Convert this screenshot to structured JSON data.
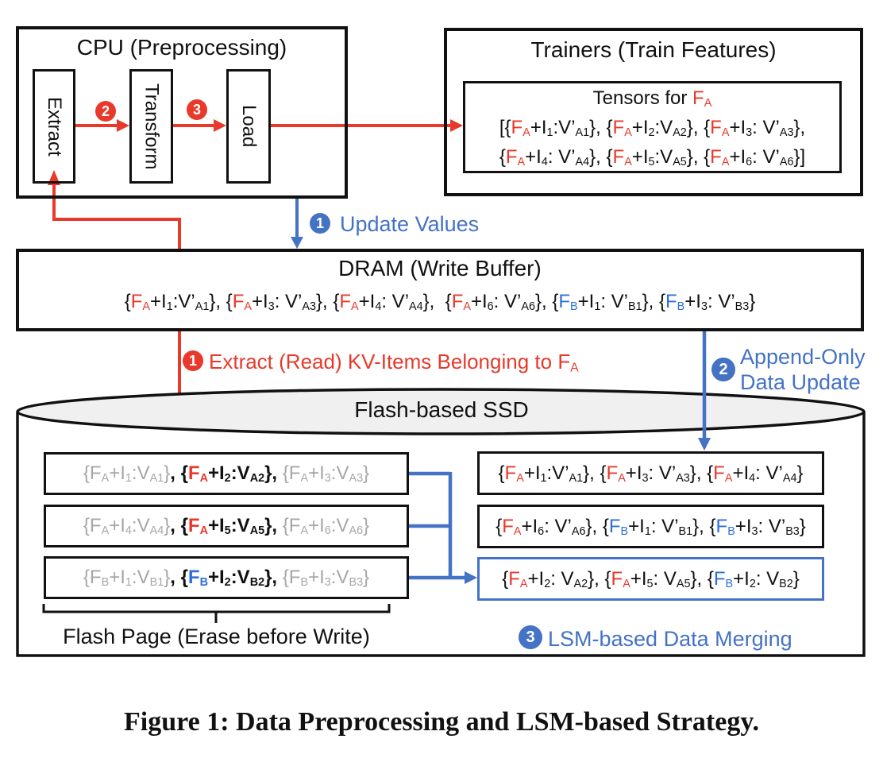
{
  "colors": {
    "red": "#e8392b",
    "accent_blue": "#4472c4",
    "item_blue": "#2e6fd8",
    "gray": "#a7a7a7",
    "cylinder_fill": "#f0f0f0"
  },
  "cpu": {
    "title": "CPU (Preprocessing)",
    "stages": [
      "Extract",
      "Transform",
      "Load"
    ],
    "steps": [
      "2",
      "3"
    ]
  },
  "trainers": {
    "title": "Trainers (Train Features)",
    "tensors": {
      "title_tokens": [
        {
          "x": "Tensors for "
        },
        {
          "x": "F",
          "s": "A",
          "c": "red"
        }
      ],
      "line1": [
        {
          "x": "[{"
        },
        {
          "x": "F",
          "s": "A",
          "c": "red"
        },
        {
          "x": "+I",
          "s": "1"
        },
        {
          "x": ":V’",
          "s": "A1"
        },
        {
          "x": "}, {"
        },
        {
          "x": "F",
          "s": "A",
          "c": "red"
        },
        {
          "x": "+I",
          "s": "2"
        },
        {
          "x": ":V",
          "s": "A2"
        },
        {
          "x": "}, {"
        },
        {
          "x": "F",
          "s": "A",
          "c": "red"
        },
        {
          "x": "+I",
          "s": "3"
        },
        {
          "x": ": V’",
          "s": "A3"
        },
        {
          "x": "},"
        }
      ],
      "line2": [
        {
          "x": "{"
        },
        {
          "x": "F",
          "s": "A",
          "c": "red"
        },
        {
          "x": "+I",
          "s": "4"
        },
        {
          "x": ": V’",
          "s": "A4"
        },
        {
          "x": "}, {"
        },
        {
          "x": "F",
          "s": "A",
          "c": "red"
        },
        {
          "x": "+I",
          "s": "5"
        },
        {
          "x": ":V",
          "s": "A5"
        },
        {
          "x": "}, {"
        },
        {
          "x": "F",
          "s": "A",
          "c": "red"
        },
        {
          "x": "+I",
          "s": "6"
        },
        {
          "x": ": V’",
          "s": "A6"
        },
        {
          "x": "}]"
        }
      ]
    }
  },
  "dram": {
    "title": "DRAM (Write Buffer)",
    "items": [
      {
        "x": "{"
      },
      {
        "x": "F",
        "s": "A",
        "c": "red"
      },
      {
        "x": "+I",
        "s": "1"
      },
      {
        "x": ":V’",
        "s": "A1"
      },
      {
        "x": "}, {"
      },
      {
        "x": "F",
        "s": "A",
        "c": "red"
      },
      {
        "x": "+I",
        "s": "3"
      },
      {
        "x": ": V’",
        "s": "A3"
      },
      {
        "x": "}, {"
      },
      {
        "x": "F",
        "s": "A",
        "c": "red"
      },
      {
        "x": "+I",
        "s": "4"
      },
      {
        "x": ": V’",
        "s": "A4"
      },
      {
        "x": "},  {"
      },
      {
        "x": "F",
        "s": "A",
        "c": "red"
      },
      {
        "x": "+I",
        "s": "6"
      },
      {
        "x": ": V’",
        "s": "A6"
      },
      {
        "x": "}, {"
      },
      {
        "x": "F",
        "s": "B",
        "c": "fblue"
      },
      {
        "x": "+I",
        "s": "1"
      },
      {
        "x": ": V’",
        "s": "B1"
      },
      {
        "x": "}, {"
      },
      {
        "x": "F",
        "s": "B",
        "c": "fblue"
      },
      {
        "x": "+I",
        "s": "3"
      },
      {
        "x": ": V’",
        "s": "B3"
      },
      {
        "x": "}"
      }
    ]
  },
  "labels": {
    "update": {
      "step": "1",
      "text": "Update Values"
    },
    "extract": {
      "step": "1",
      "tokens": [
        {
          "x": "Extract (Read) KV-Items Belonging to ",
          "c": "red"
        },
        {
          "x": "F",
          "s": "A",
          "c": "red"
        }
      ]
    },
    "append": {
      "step": "2",
      "line1": "Append-Only",
      "line2": "Data Update"
    },
    "lsm": {
      "step": "3",
      "text": "LSM-based Data Merging"
    }
  },
  "ssd": {
    "label": "Flash-based SSD",
    "flash_page_caption": "Flash Page (Erase before Write)",
    "flash_pages": [
      [
        {
          "x": "{",
          "c": "gray"
        },
        {
          "x": "F",
          "s": "A",
          "c": "gray"
        },
        {
          "x": "+I",
          "s": "1",
          "c": "gray"
        },
        {
          "x": ":V",
          "s": "A1",
          "c": "gray"
        },
        {
          "x": "}",
          "c": "gray"
        },
        {
          "x": ", ",
          "b": 1
        },
        {
          "x": "{",
          "b": 1
        },
        {
          "x": "F",
          "s": "A",
          "c": "red",
          "b": 1
        },
        {
          "x": "+I",
          "s": "2",
          "b": 1
        },
        {
          "x": ":V",
          "s": "A2",
          "b": 1
        },
        {
          "x": "},",
          "b": 1
        },
        {
          "x": " "
        },
        {
          "x": "{",
          "c": "gray"
        },
        {
          "x": "F",
          "s": "A",
          "c": "gray"
        },
        {
          "x": "+I",
          "s": "3",
          "c": "gray"
        },
        {
          "x": ":V",
          "s": "A3",
          "c": "gray"
        },
        {
          "x": "}",
          "c": "gray"
        }
      ],
      [
        {
          "x": "{",
          "c": "gray"
        },
        {
          "x": "F",
          "s": "A",
          "c": "gray"
        },
        {
          "x": "+I",
          "s": "4",
          "c": "gray"
        },
        {
          "x": ":V",
          "s": "A4",
          "c": "gray"
        },
        {
          "x": "}",
          "c": "gray"
        },
        {
          "x": ", ",
          "b": 1
        },
        {
          "x": "{",
          "b": 1
        },
        {
          "x": "F",
          "s": "A",
          "c": "red",
          "b": 1
        },
        {
          "x": "+I",
          "s": "5",
          "b": 1
        },
        {
          "x": ":V",
          "s": "A5",
          "b": 1
        },
        {
          "x": "},",
          "b": 1
        },
        {
          "x": " "
        },
        {
          "x": "{",
          "c": "gray"
        },
        {
          "x": "F",
          "s": "A",
          "c": "gray"
        },
        {
          "x": "+I",
          "s": "6",
          "c": "gray"
        },
        {
          "x": ":V",
          "s": "A6",
          "c": "gray"
        },
        {
          "x": "}",
          "c": "gray"
        }
      ],
      [
        {
          "x": "{",
          "c": "gray"
        },
        {
          "x": "F",
          "s": "B",
          "c": "gray"
        },
        {
          "x": "+I",
          "s": "1",
          "c": "gray"
        },
        {
          "x": ":V",
          "s": "B1",
          "c": "gray"
        },
        {
          "x": "}",
          "c": "gray"
        },
        {
          "x": ", ",
          "b": 1
        },
        {
          "x": "{",
          "b": 1
        },
        {
          "x": "F",
          "s": "B",
          "c": "fblue",
          "b": 1
        },
        {
          "x": "+I",
          "s": "2",
          "b": 1
        },
        {
          "x": ":V",
          "s": "B2",
          "b": 1
        },
        {
          "x": "},",
          "b": 1
        },
        {
          "x": " "
        },
        {
          "x": "{",
          "c": "gray"
        },
        {
          "x": "F",
          "s": "B",
          "c": "gray"
        },
        {
          "x": "+I",
          "s": "3",
          "c": "gray"
        },
        {
          "x": ":V",
          "s": "B3",
          "c": "gray"
        },
        {
          "x": "}",
          "c": "gray"
        }
      ]
    ],
    "appended_rows": [
      [
        {
          "x": "{"
        },
        {
          "x": "F",
          "s": "A",
          "c": "red"
        },
        {
          "x": "+I",
          "s": "1"
        },
        {
          "x": ":V’",
          "s": "A1"
        },
        {
          "x": "}, {"
        },
        {
          "x": "F",
          "s": "A",
          "c": "red"
        },
        {
          "x": "+I",
          "s": "3"
        },
        {
          "x": ": V’",
          "s": "A3"
        },
        {
          "x": "}, {"
        },
        {
          "x": "F",
          "s": "A",
          "c": "red"
        },
        {
          "x": "+I",
          "s": "4"
        },
        {
          "x": ": V’",
          "s": "A4"
        },
        {
          "x": "}"
        }
      ],
      [
        {
          "x": "{"
        },
        {
          "x": "F",
          "s": "A",
          "c": "red"
        },
        {
          "x": "+I",
          "s": "6"
        },
        {
          "x": ": V’",
          "s": "A6"
        },
        {
          "x": "}, {"
        },
        {
          "x": "F",
          "s": "B",
          "c": "fblue"
        },
        {
          "x": "+I",
          "s": "1"
        },
        {
          "x": ": V’",
          "s": "B1"
        },
        {
          "x": "}, {"
        },
        {
          "x": "F",
          "s": "B",
          "c": "fblue"
        },
        {
          "x": "+I",
          "s": "3"
        },
        {
          "x": ": V’",
          "s": "B3"
        },
        {
          "x": "}"
        }
      ]
    ],
    "merged_row": [
      {
        "x": "{"
      },
      {
        "x": "F",
        "s": "A",
        "c": "red"
      },
      {
        "x": "+I",
        "s": "2"
      },
      {
        "x": ": V",
        "s": "A2"
      },
      {
        "x": "}, {"
      },
      {
        "x": "F",
        "s": "A",
        "c": "red"
      },
      {
        "x": "+I",
        "s": "5"
      },
      {
        "x": ": V",
        "s": "A5"
      },
      {
        "x": "}, {"
      },
      {
        "x": "F",
        "s": "B",
        "c": "fblue"
      },
      {
        "x": "+I",
        "s": "2"
      },
      {
        "x": ": V",
        "s": "B2"
      },
      {
        "x": "}"
      }
    ]
  },
  "caption": "Figure 1: Data Preprocessing and LSM-based Strategy."
}
